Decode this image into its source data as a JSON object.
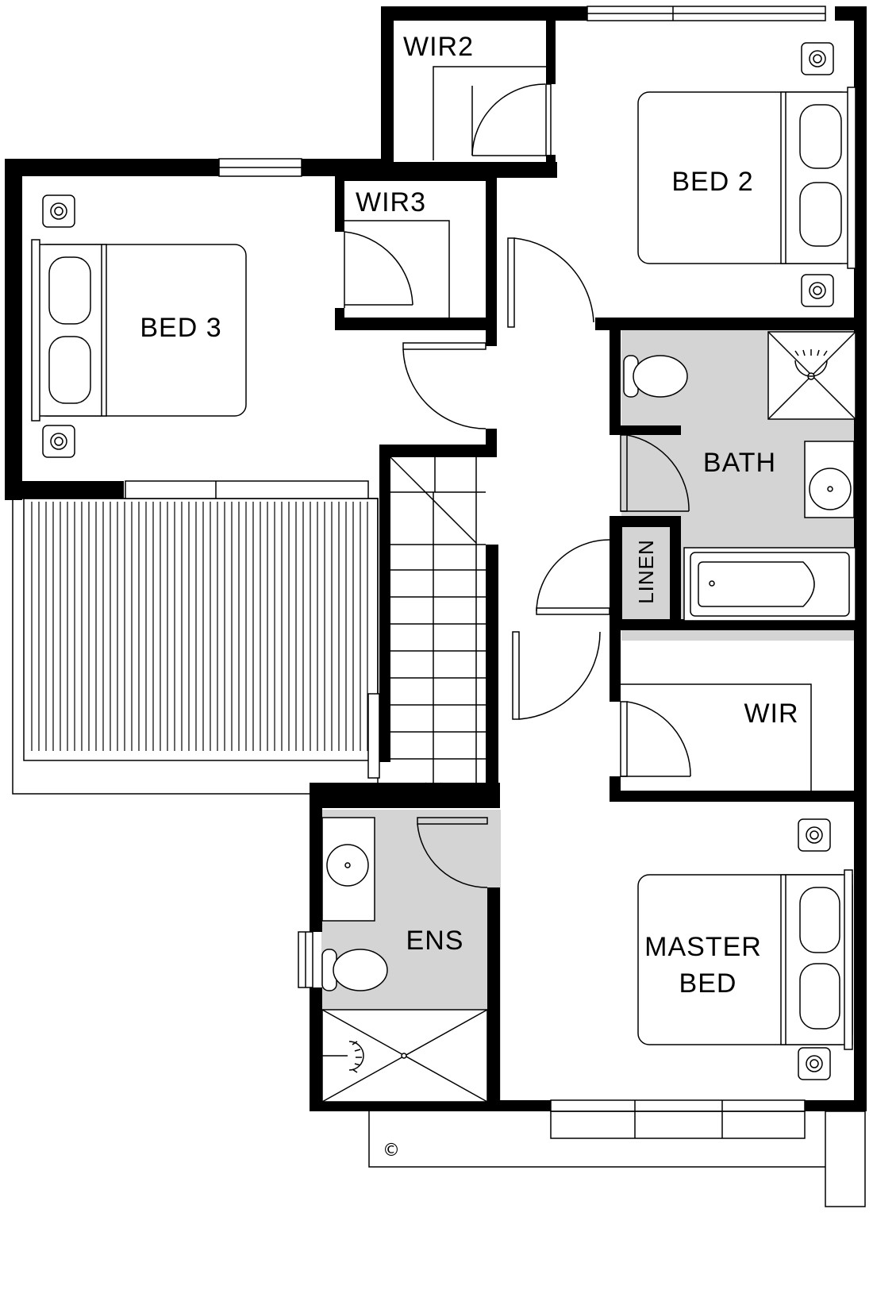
{
  "rooms": {
    "bed2": "BED 2",
    "bed3": "BED 3",
    "wir2": "WIR2",
    "wir3": "WIR3",
    "bath": "BATH",
    "linen": "LINEN",
    "wir": "WIR",
    "ens": "ENS",
    "master_line1": "MASTER",
    "master_line2": "BED"
  },
  "copyright": "©",
  "colors": {
    "wall": "#000000",
    "wet_area": "#d4d4d4",
    "background": "#ffffff"
  },
  "icons": [
    "door-swing-icon",
    "bed-icon",
    "pillow-icon",
    "power-point-icon",
    "toilet-icon",
    "basin-icon",
    "shower-icon",
    "bathtub-icon",
    "stair-icon",
    "window-icon"
  ]
}
